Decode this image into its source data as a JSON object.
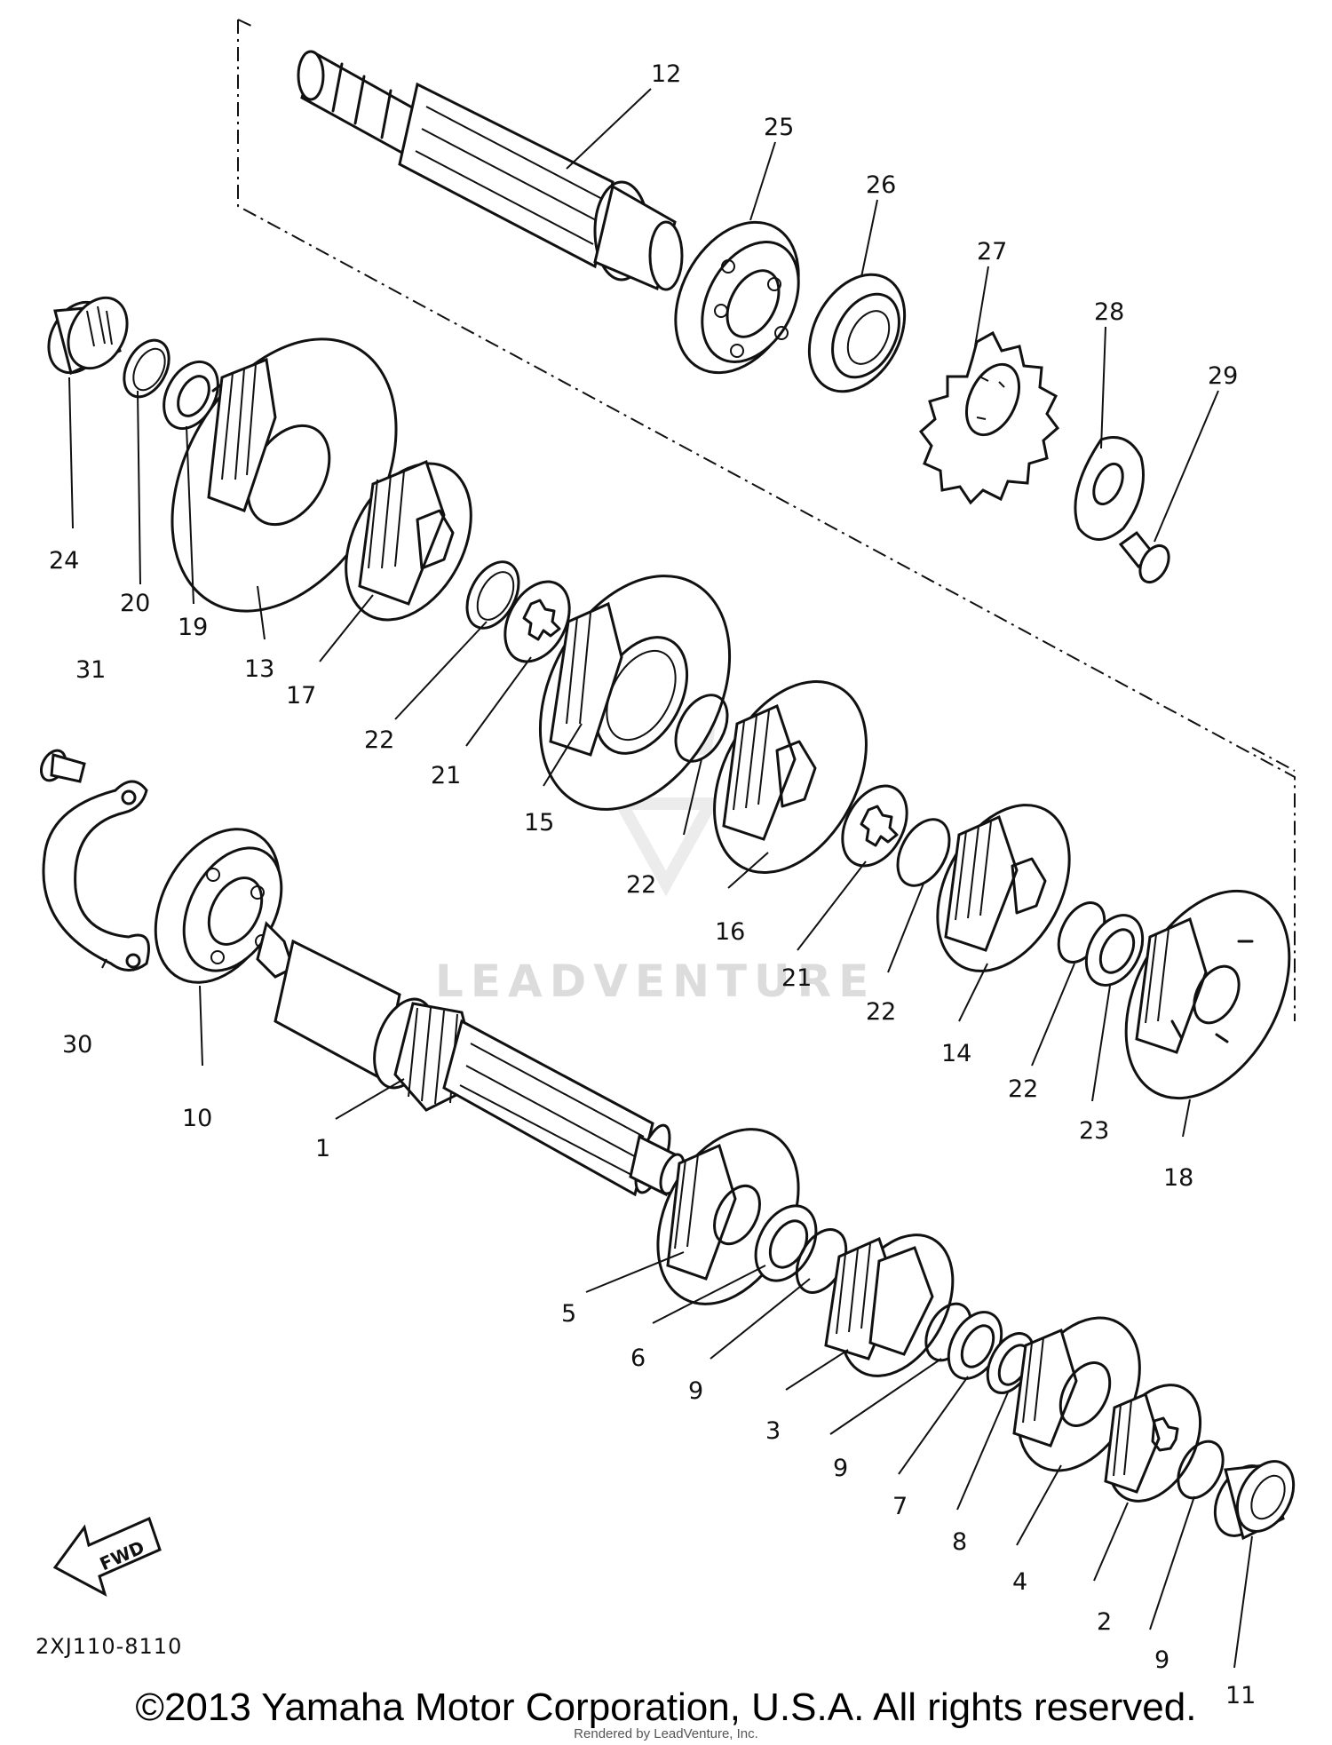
{
  "diagram": {
    "part_numbers": [
      "1",
      "2",
      "3",
      "4",
      "5",
      "6",
      "7",
      "8",
      "9",
      "10",
      "11",
      "12",
      "13",
      "14",
      "15",
      "16",
      "17",
      "18",
      "19",
      "20",
      "21",
      "22",
      "23",
      "24",
      "25",
      "26",
      "27",
      "28",
      "29",
      "30",
      "31"
    ],
    "callouts": {
      "n12": "12",
      "n25": "25",
      "n26": "26",
      "n27": "27",
      "n28": "28",
      "n29": "29",
      "n24": "24",
      "n20": "20",
      "n19": "19",
      "n13": "13",
      "n17": "17",
      "n22a": "22",
      "n21a": "21",
      "n15": "15",
      "n22b": "22",
      "n16": "16",
      "n21b": "21",
      "n22c": "22",
      "n14": "14",
      "n22d": "22",
      "n23": "23",
      "n18": "18",
      "n31": "31",
      "n30": "30",
      "n10": "10",
      "n1": "1",
      "n5": "5",
      "n6": "6",
      "n9a": "9",
      "n3": "3",
      "n9b": "9",
      "n7": "7",
      "n8": "8",
      "n4": "4",
      "n2": "2",
      "n9c": "9",
      "n11": "11"
    },
    "fwd_label": "FWD",
    "diagram_code": "2XJ110-8110",
    "watermark": "LEADVENTURE"
  },
  "footer": {
    "copyright": "©2013 Yamaha Motor Corporation, U.S.A. All rights reserved.",
    "rendered_by": "Rendered by LeadVenture, Inc."
  }
}
